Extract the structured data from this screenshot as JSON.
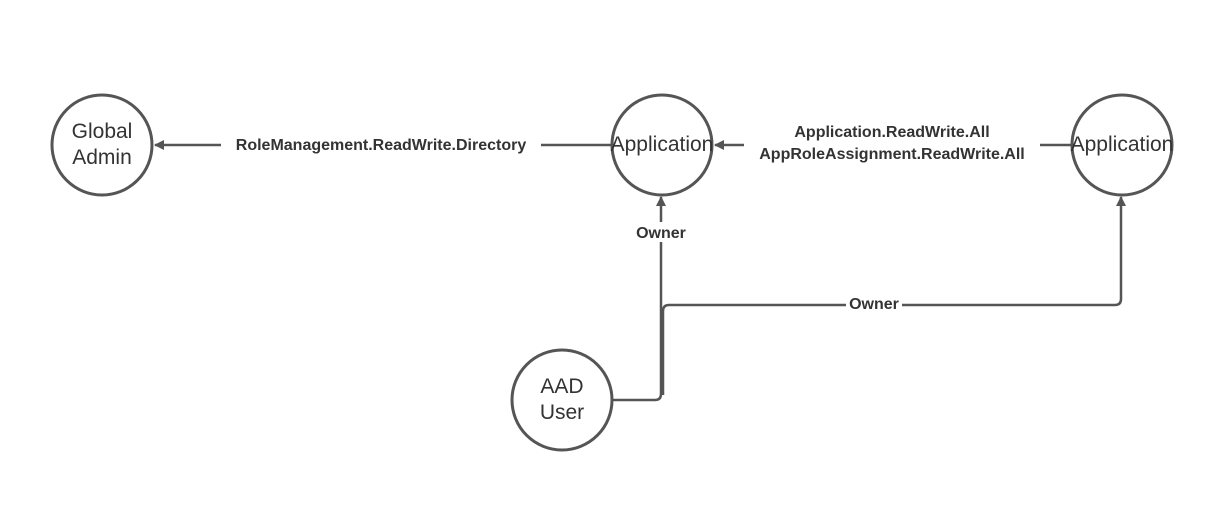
{
  "diagram": {
    "nodes": {
      "global_admin": {
        "line1": "Global",
        "line2": "Admin"
      },
      "application_center": {
        "label": "Application"
      },
      "application_right": {
        "label": "Application"
      },
      "aad_user": {
        "line1": "AAD",
        "line2": "User"
      }
    },
    "edges": {
      "rolemanagement": {
        "label": "RoleManagement.ReadWrite.Directory"
      },
      "app_permissions": {
        "line1": "Application.ReadWrite.All",
        "line2": "AppRoleAssignment.ReadWrite.All"
      },
      "owner_center": {
        "label": "Owner"
      },
      "owner_right": {
        "label": "Owner"
      }
    },
    "colors": {
      "stroke": "#555555",
      "text": "#333333",
      "background": "#ffffff"
    }
  }
}
